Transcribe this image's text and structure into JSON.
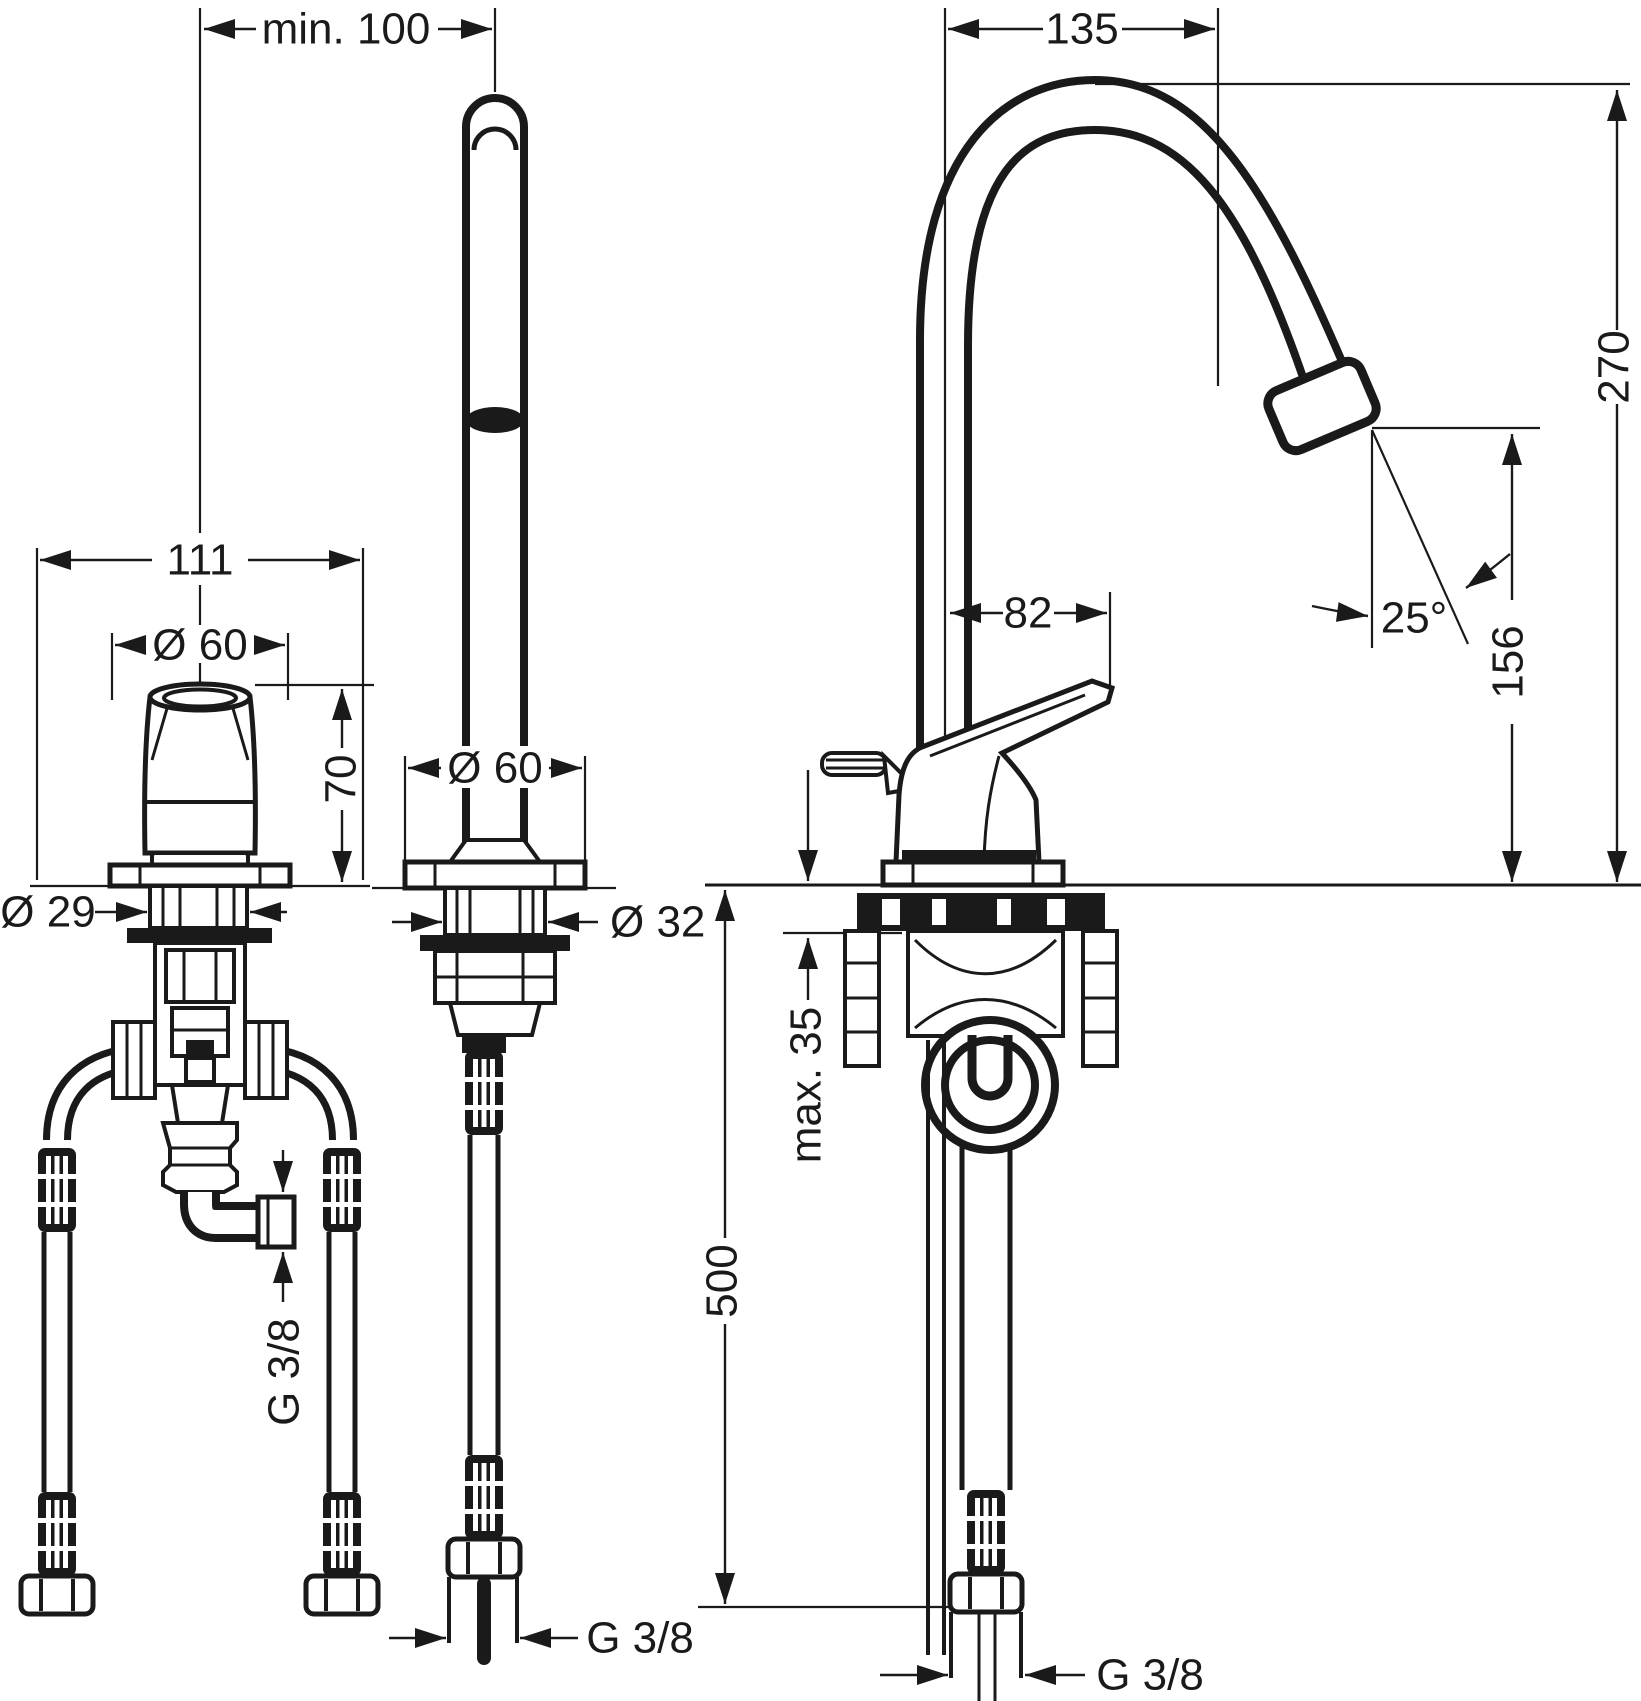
{
  "colors": {
    "line": "#1a1a1a",
    "background": "#ffffff"
  },
  "dims": {
    "min_clearance": "min. 100",
    "spread": "111",
    "handle_dia": "Ø 60",
    "handle_height": "70",
    "handle_shank_dia": "Ø 29",
    "spout_escutcheon_dia": "Ø 60",
    "spout_shank_dia": "Ø 32",
    "outlet_connection_left": "G 3/8",
    "spout_reach": "135",
    "handle_reach": "82",
    "spray_angle": "25°",
    "spout_height": "270",
    "outlet_height": "156",
    "max_deck_thickness": "max. 35",
    "hose_length": "500",
    "connection_mid": "G 3/8",
    "connection_right": "G 3/8"
  }
}
